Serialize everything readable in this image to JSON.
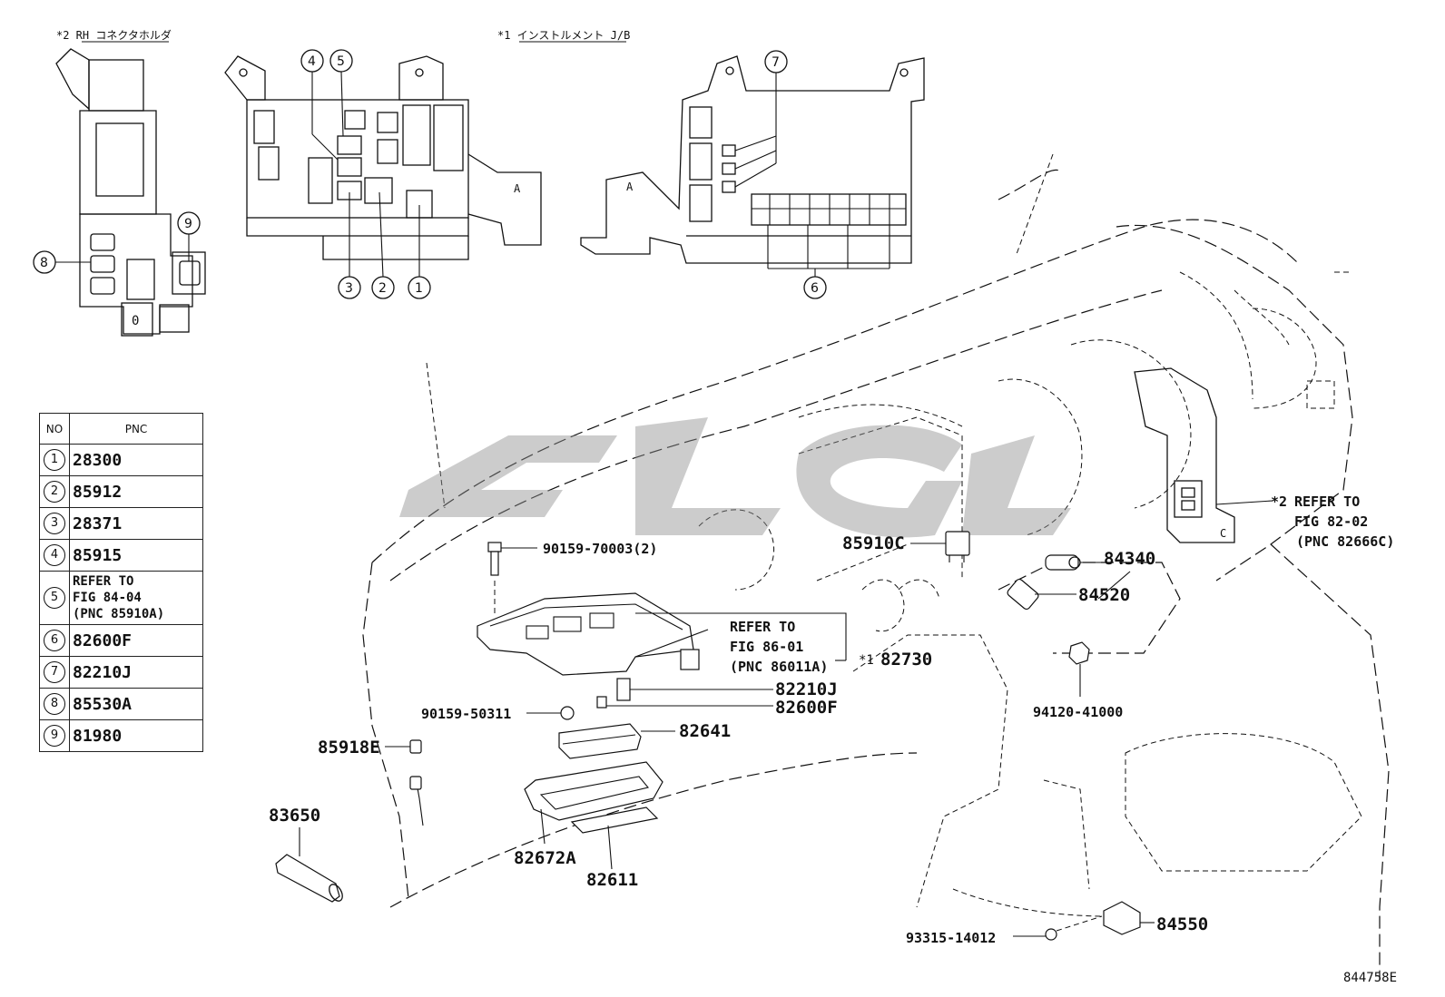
{
  "headers": {
    "rh_holder": "*2 RH コネクタホルダ",
    "instr_jb": "*1 インストルメント J/B"
  },
  "callouts": {
    "c1": "1",
    "c2": "2",
    "c3": "3",
    "c4": "4",
    "c5": "5",
    "c6": "6",
    "c7": "7",
    "c8": "8",
    "c9": "9"
  },
  "table": {
    "col_no": "NO",
    "col_pnc": "PNC",
    "rows": [
      {
        "no": "1",
        "pnc": "28300"
      },
      {
        "no": "2",
        "pnc": "85912"
      },
      {
        "no": "3",
        "pnc": "28371"
      },
      {
        "no": "4",
        "pnc": "85915"
      },
      {
        "no": "5",
        "pnc_lines": [
          "REFER TO",
          "FIG 84-04",
          "(PNC 85910A)"
        ]
      },
      {
        "no": "6",
        "pnc": "82600F"
      },
      {
        "no": "7",
        "pnc": "82210J"
      },
      {
        "no": "8",
        "pnc": "85530A"
      },
      {
        "no": "9",
        "pnc": "81980"
      }
    ]
  },
  "parts": {
    "p90159_70003": "90159-70003(2)",
    "p85910c": "85910C",
    "p84340": "84340",
    "p84520": "84520",
    "p94120": "94120-41000",
    "ref2_a": "*2",
    "ref2_b": "REFER TO",
    "ref2_c": "FIG 82-02",
    "ref2_d": "(PNC 82666C)",
    "ref86_a": "REFER TO",
    "ref86_b": "FIG 86-01",
    "ref86_c": "(PNC 86011A)",
    "star1": "*1",
    "p82730": "82730",
    "p82210j": "82210J",
    "p82600f": "82600F",
    "p90159_50311": "90159-50311",
    "p82641": "82641",
    "p85918e": "85918E",
    "p83650": "83650",
    "p82672a": "82672A",
    "p82611": "82611",
    "p93315": "93315-14012",
    "p84550": "84550",
    "fig_code": "844758E",
    "holder_zero": "0",
    "jb_a": "A",
    "jb_c": "C"
  }
}
